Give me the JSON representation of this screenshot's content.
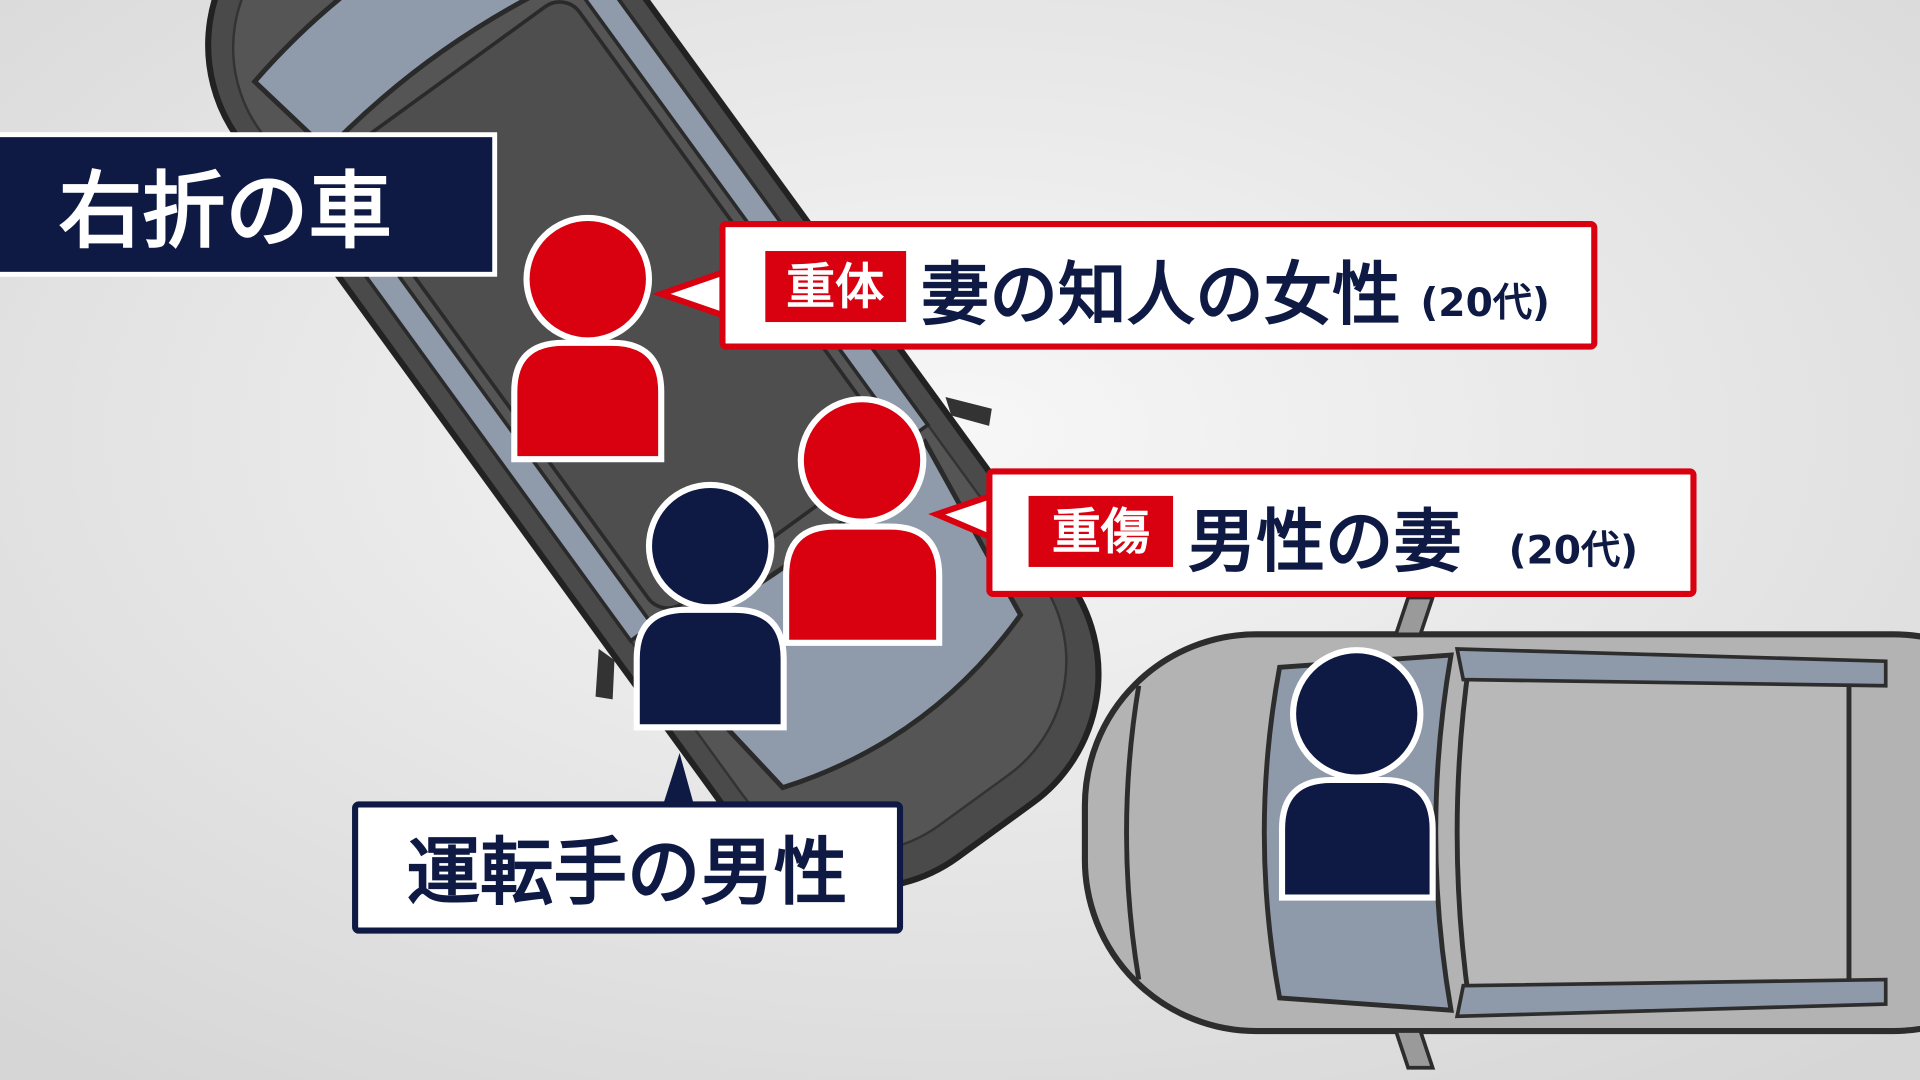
{
  "turning_car_label": "右折の車",
  "callouts": [
    {
      "badge": "重体",
      "text": "妻の知人の女性",
      "age": "(20代)"
    },
    {
      "badge": "重傷",
      "text": "男性の妻",
      "age": "(20代)"
    }
  ],
  "driver_label": "運転手の男性",
  "colors": {
    "red": "#d9000f",
    "navy": "#0e1a44",
    "background": "#ebebeb"
  }
}
